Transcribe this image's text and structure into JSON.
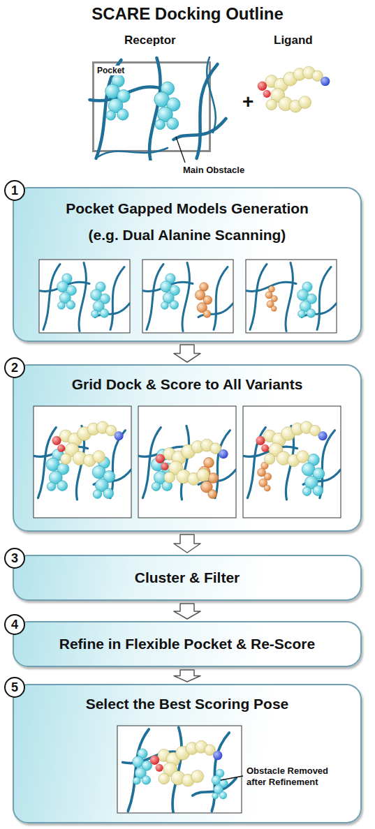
{
  "diagram": {
    "title": "SCARE Docking Outline",
    "nodes": [
      {
        "text": [
          "Pocket"
        ]
      },
      {
        "text": [
          "Pocket Gapped Models Generation",
          "(e.g. Dual Alanine Scanning)"
        ]
      },
      {
        "text": [
          "1"
        ],
        "in": 1
      },
      {
        "text": [
          "Grid Dock & Score to All Variants"
        ]
      },
      {
        "text": [
          "2"
        ],
        "in": 3
      },
      {
        "text": [
          "Cluster & Filter"
        ]
      },
      {
        "text": [
          "3"
        ],
        "in": 5
      },
      {
        "text": [
          "Refine in Flexible Pocket & Re-Score"
        ]
      },
      {
        "text": [
          "4"
        ],
        "in": 7
      },
      {
        "text": [
          "Select the Best Scoring Pose"
        ]
      },
      {
        "text": [
          "5"
        ],
        "in": 9
      }
    ],
    "edges": [
      {
        "from": 1,
        "to": 3,
        "arrow": "to"
      },
      {
        "from": 3,
        "to": 5,
        "arrow": "to"
      },
      {
        "from": 5,
        "to": 7,
        "arrow": "to"
      },
      {
        "from": 7,
        "to": 9,
        "arrow": "to"
      }
    ],
    "labels": [
      "Receptor",
      "Ligand",
      "+",
      "Main Obstacle",
      "Obstacle Removed after Refinement"
    ]
  }
}
